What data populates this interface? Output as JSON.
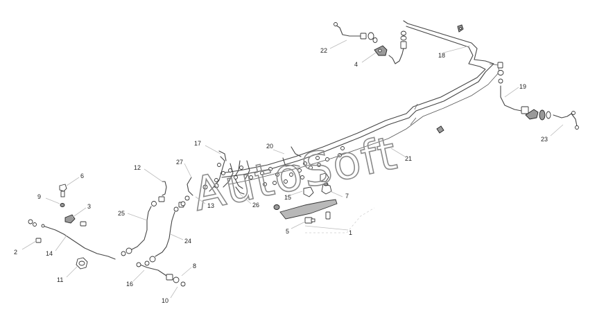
{
  "watermark": "AutoSoft",
  "callouts": [
    {
      "id": "c1",
      "label": "1"
    },
    {
      "id": "c2",
      "label": "2"
    },
    {
      "id": "c3",
      "label": "3"
    },
    {
      "id": "c4",
      "label": "4"
    },
    {
      "id": "c5",
      "label": "5"
    },
    {
      "id": "c6",
      "label": "6"
    },
    {
      "id": "c7",
      "label": "7"
    },
    {
      "id": "c8",
      "label": "8"
    },
    {
      "id": "c9",
      "label": "9"
    },
    {
      "id": "c10",
      "label": "10"
    },
    {
      "id": "c11",
      "label": "11"
    },
    {
      "id": "c12",
      "label": "12"
    },
    {
      "id": "c13",
      "label": "13"
    },
    {
      "id": "c14",
      "label": "14"
    },
    {
      "id": "c15",
      "label": "15"
    },
    {
      "id": "c16",
      "label": "16"
    },
    {
      "id": "c17",
      "label": "17"
    },
    {
      "id": "c18",
      "label": "18"
    },
    {
      "id": "c19",
      "label": "19"
    },
    {
      "id": "c20",
      "label": "20"
    },
    {
      "id": "c21",
      "label": "21"
    },
    {
      "id": "c22",
      "label": "22"
    },
    {
      "id": "c23",
      "label": "23"
    },
    {
      "id": "c24",
      "label": "24"
    },
    {
      "id": "c25",
      "label": "25"
    },
    {
      "id": "c26",
      "label": "26"
    },
    {
      "id": "c27",
      "label": "27"
    }
  ]
}
